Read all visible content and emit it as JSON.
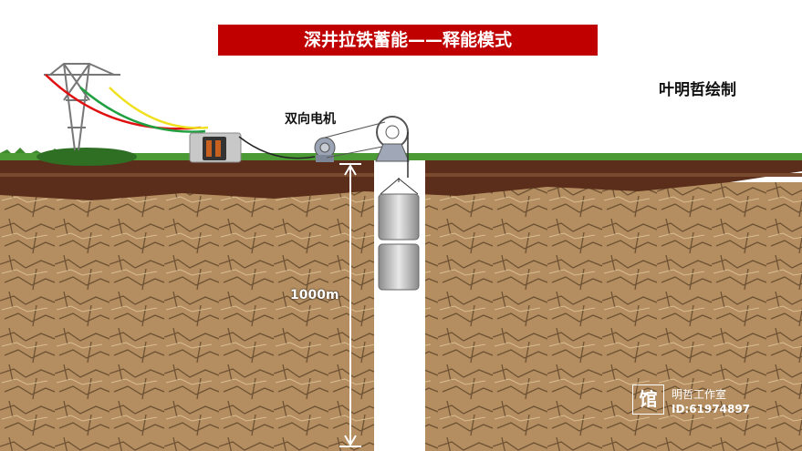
{
  "title": "深井拉铁蓄能——释能模式",
  "author": "叶明哲绘制",
  "motor_label": "双向电机",
  "depth_label": "1000m",
  "watermark": {
    "glyph": "馆",
    "name": "明哲工作室",
    "id": "ID:61974897"
  },
  "colors": {
    "title_bg": "#c00000",
    "soil": "#b08a5c",
    "topsoil": "#5a2e1a",
    "grass": "#3e8a2c"
  }
}
